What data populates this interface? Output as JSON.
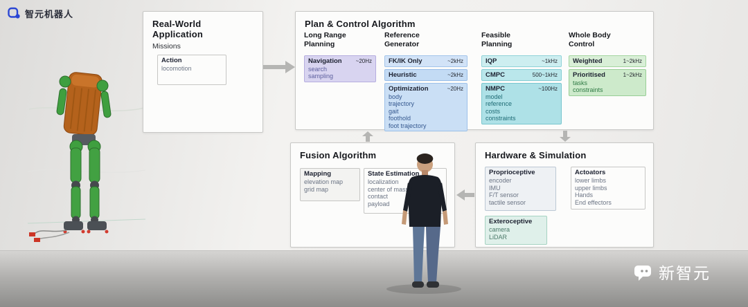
{
  "brand": {
    "logo_text": "智元机器人"
  },
  "watermark": {
    "text": "新智元"
  },
  "colors": {
    "purple": "#d8d4f0",
    "blue": "#c9def5",
    "teal": "#b9e6ea",
    "green": "#d4ecd2",
    "logo_blue": "#2a46d4"
  },
  "diagram": {
    "real_world": {
      "title": "Real-World Application",
      "subtitle": "Missions",
      "boxes": [
        {
          "label": "Action",
          "items": [
            "locomotion"
          ]
        }
      ]
    },
    "plan_control": {
      "title": "Plan & Control Algorithm",
      "columns": [
        {
          "title": "Long Range\nPlanning",
          "boxes": [
            {
              "label": "Navigation",
              "rate": "~20Hz",
              "items": [
                "search",
                "sampling"
              ]
            }
          ]
        },
        {
          "title": "Reference\nGenerator",
          "boxes": [
            {
              "label": "FK/IK Only",
              "rate": "~2kHz",
              "items": []
            },
            {
              "label": "Heuristic",
              "rate": "~2kHz",
              "items": []
            },
            {
              "label": "Optimization",
              "rate": "~20Hz",
              "items": [
                "body",
                "trajectory",
                "gait",
                "foothold",
                "foot trajectory"
              ]
            }
          ]
        },
        {
          "title": "Feasible\nPlanning",
          "boxes": [
            {
              "label": "IQP",
              "rate": "~1kHz",
              "items": []
            },
            {
              "label": "CMPC",
              "rate": "500~1kHz",
              "items": []
            },
            {
              "label": "NMPC",
              "rate": "~100Hz",
              "items": [
                "model",
                "reference",
                "costs",
                "constraints"
              ]
            }
          ]
        },
        {
          "title": "Whole Body\nControl",
          "boxes": [
            {
              "label": "Weighted",
              "rate": "1~2kHz",
              "items": []
            },
            {
              "label": "Prioritised",
              "rate": "1~2kHz",
              "items": [
                "tasks",
                "constraints"
              ]
            }
          ]
        }
      ]
    },
    "fusion": {
      "title": "Fusion Algorithm",
      "boxes": [
        {
          "label": "Mapping",
          "items": [
            "elevation map",
            "grid map"
          ]
        },
        {
          "label": "State Estimation",
          "items": [
            "localization",
            "center of mass",
            "contact",
            "payload"
          ]
        }
      ]
    },
    "hardware": {
      "title": "Hardware & Simulation",
      "boxes": [
        {
          "label": "Proprioceptive",
          "items": [
            "encoder",
            "IMU",
            "F/T sensor",
            "tactile sensor"
          ]
        },
        {
          "label": "Actoators",
          "items": [
            "lower limbs",
            "upper limbs",
            "Hands",
            "End effectors"
          ]
        },
        {
          "label": "Exteroceptive",
          "items": [
            "camera",
            "LiDAR"
          ]
        }
      ]
    }
  }
}
